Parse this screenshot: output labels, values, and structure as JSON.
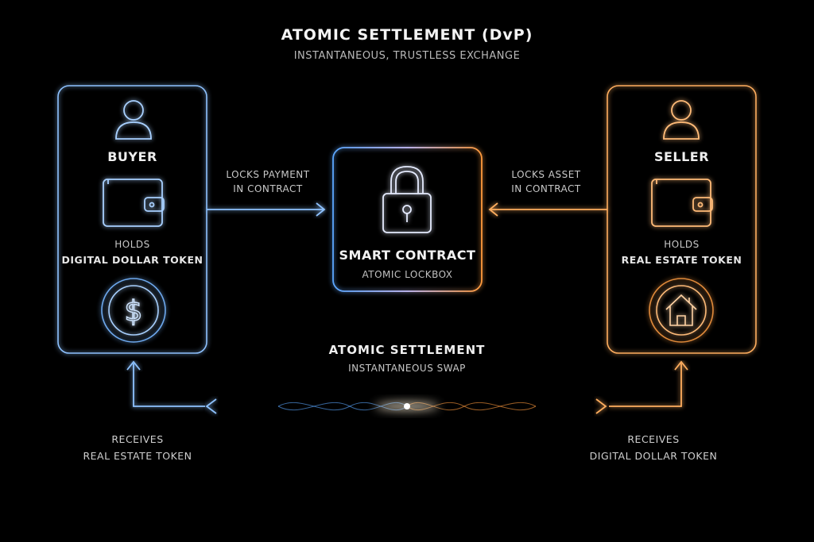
{
  "header": {
    "title": "ATOMIC SETTLEMENT (DvP)",
    "subtitle": "INSTANTANEOUS, TRUSTLESS EXCHANGE"
  },
  "buyer": {
    "label": "BUYER",
    "holds_label": "HOLDS",
    "token": "DIGITAL DOLLAR TOKEN",
    "action_line1": "LOCKS PAYMENT",
    "action_line2": "IN CONTRACT",
    "receives_label": "RECEIVES",
    "receives_token": "REAL ESTATE TOKEN",
    "icons": [
      "user-icon",
      "wallet-icon",
      "dollar-coin-icon"
    ]
  },
  "seller": {
    "label": "SELLER",
    "holds_label": "HOLDS",
    "token": "REAL ESTATE TOKEN",
    "action_line1": "LOCKS ASSET",
    "action_line2": "IN CONTRACT",
    "receives_label": "RECEIVES",
    "receives_token": "DIGITAL DOLLAR TOKEN",
    "icons": [
      "user-icon",
      "wallet-icon",
      "house-coin-icon"
    ]
  },
  "contract": {
    "title": "SMART CONTRACT",
    "subtitle": "ATOMIC LOCKBOX",
    "icon": "padlock-icon"
  },
  "settlement": {
    "title": "ATOMIC SETTLEMENT",
    "subtitle": "INSTANTANEOUS SWAP"
  },
  "colors": {
    "background": "#000000",
    "buyer_blue": "#7fb8ff",
    "seller_orange": "#ffa64d",
    "text": "#ffffff"
  }
}
